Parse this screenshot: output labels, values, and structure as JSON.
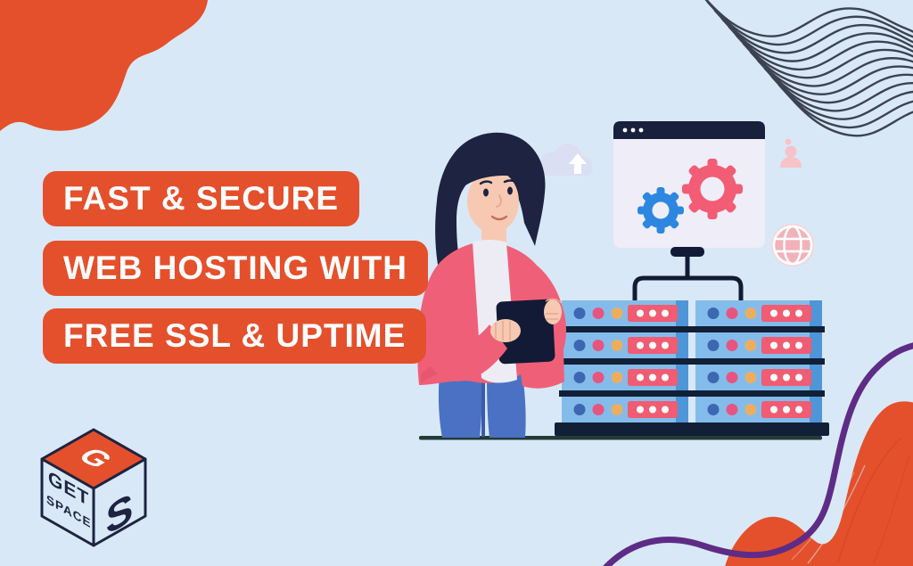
{
  "headline": {
    "line1": "FAST & SECURE",
    "line2": "WEB HOSTING WITH",
    "line3": "FREE SSL & UPTIME"
  },
  "logo": {
    "top_letter": "G",
    "side_letter": "S",
    "word_top": "GET",
    "word_bottom": "SPACE"
  },
  "colors": {
    "background": "#D9E8F6",
    "accent_orange": "#E4502C",
    "banner_text": "#FFFFFF",
    "purple_line": "#5E2C86",
    "navy": "#18203C",
    "wave_lines": "#3C4350",
    "cardigan_pink": "#EF6078",
    "jeans_blue": "#4A71C4",
    "skin": "#F7C9B2",
    "server_blue": "#83BCEB",
    "server_stripe": "#4E96D8",
    "panel_pink": "#F05C72",
    "gear_blue": "#2D87E0",
    "gear_pink": "#F25C74",
    "cloud_lavender": "#DBDFF4",
    "soft_pink_icon": "#F6C3C8"
  },
  "icons": {
    "cloud_upload": "cloud-upload-icon",
    "user": "user-icon",
    "globe": "globe-icon",
    "gears": "settings-gears-icon",
    "browser": "browser-window",
    "servers": "server-racks"
  }
}
